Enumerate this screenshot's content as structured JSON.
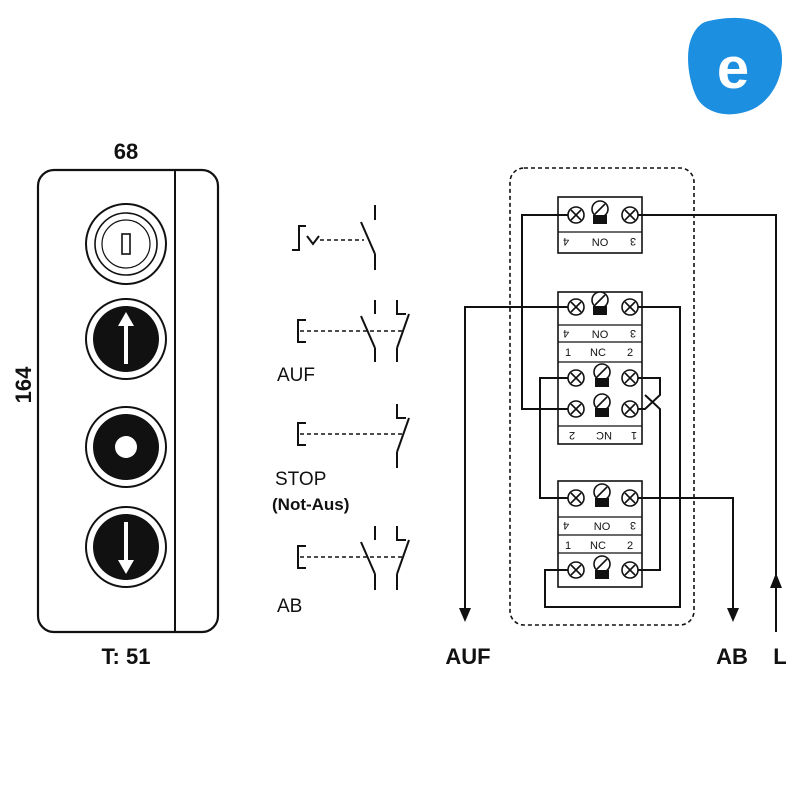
{
  "logo": {
    "letter": "e",
    "color": "#1d8fe0"
  },
  "panel": {
    "width_label": "68",
    "height_label": "164",
    "depth_label": "T: 51",
    "buttons": [
      {
        "name": "key-switch",
        "icon": "key-slot-icon"
      },
      {
        "name": "up-button",
        "icon": "arrow-up-icon"
      },
      {
        "name": "stop-button",
        "icon": "stop-ring-icon"
      },
      {
        "name": "down-button",
        "icon": "arrow-down-icon"
      }
    ]
  },
  "symbols": {
    "auf_label": "AUF",
    "stop_label": "STOP",
    "stop_sub_label": "(Not-Aus)",
    "ab_label": "AB"
  },
  "wiring": {
    "terminal_4": "4",
    "terminal_3": "3",
    "terminal_1": "1",
    "terminal_2": "2",
    "no_label": "NO",
    "nc_label": "NC",
    "out_auf": "AUF",
    "out_ab": "AB",
    "out_l": "L"
  }
}
